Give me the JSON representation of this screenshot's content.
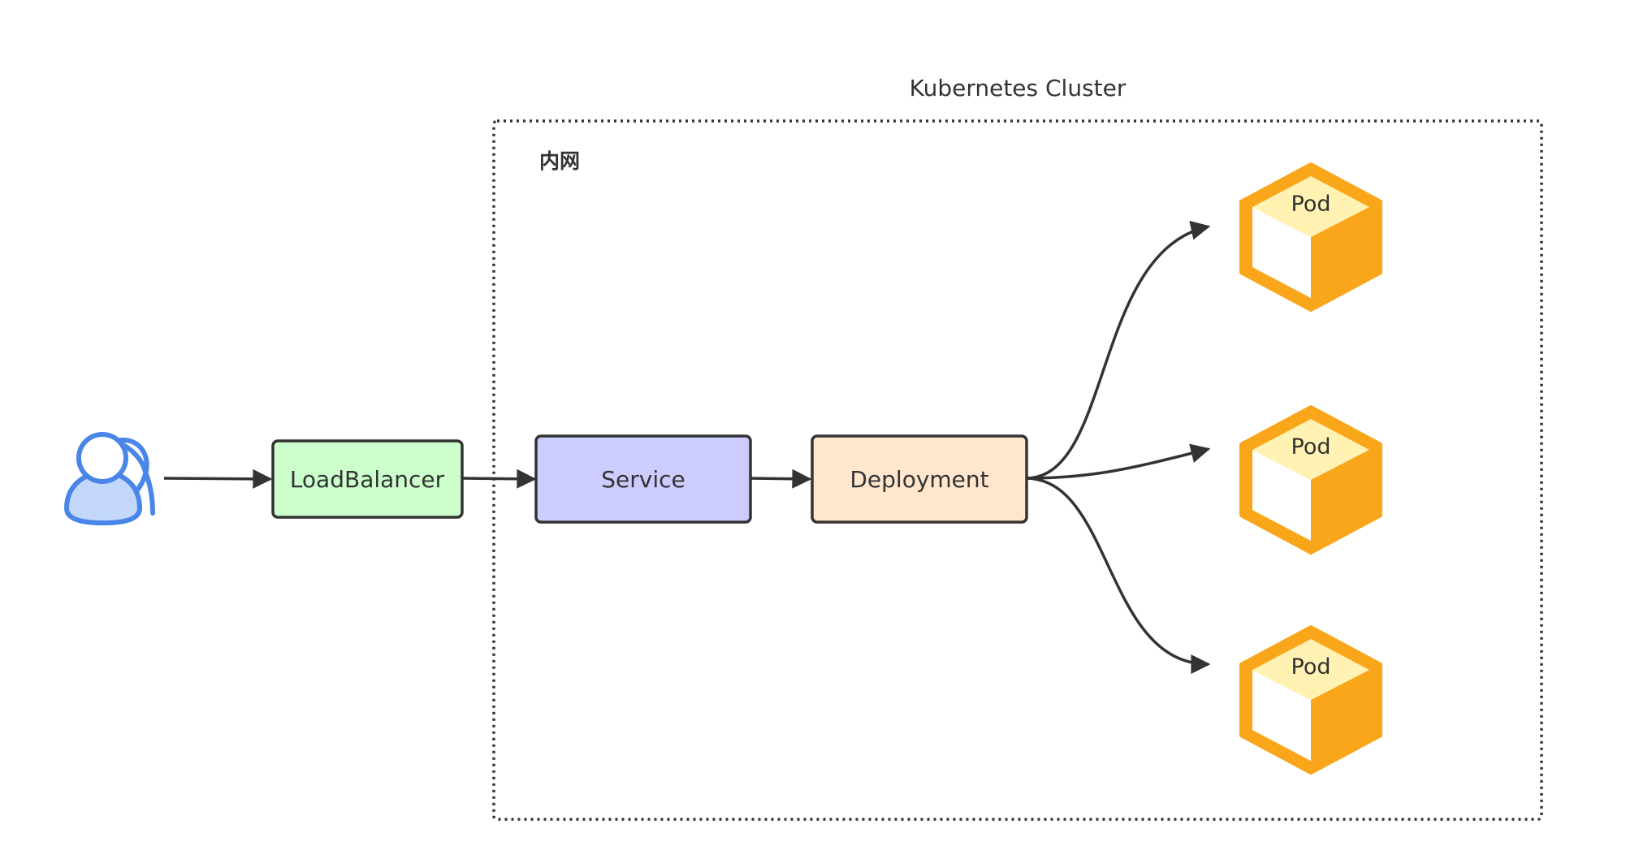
{
  "cluster": {
    "title": "Kubernetes Cluster",
    "zone_label": "内网"
  },
  "nodes": {
    "load_balancer": {
      "label": "LoadBalancer",
      "fill": "#ccffcc"
    },
    "service": {
      "label": "Service",
      "fill": "#ccccff"
    },
    "deployment": {
      "label": "Deployment",
      "fill": "#ffe6cc"
    }
  },
  "user": {
    "icon": "users-icon",
    "color": "#4a86e8"
  },
  "pods": [
    {
      "label": "Pod"
    },
    {
      "label": "Pod"
    },
    {
      "label": "Pod"
    }
  ],
  "colors": {
    "stroke": "#333333",
    "pod_side": "#f9a61a",
    "pod_top": "#fff2b3",
    "pod_face": "#ffffff",
    "cluster_border": "#333333"
  }
}
